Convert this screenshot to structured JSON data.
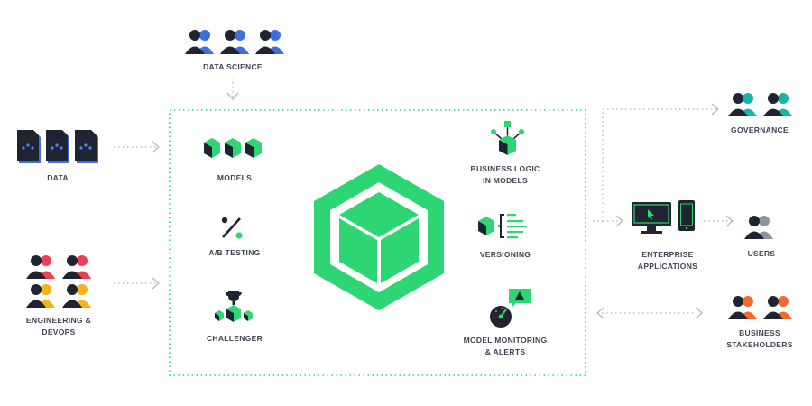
{
  "colors": {
    "green": "#2ed573",
    "dark": "#1f2430",
    "blue": "#3d6fe0",
    "red": "#ef3e55",
    "yellow": "#f6b21c",
    "teal": "#16b5a5",
    "orange": "#f26b2c",
    "gray": "#8e93a3",
    "connector": "#b9bdc8"
  },
  "labels": {
    "data_science": "DATA SCIENCE",
    "data": "DATA",
    "engineering": "ENGINEERING &\nDEVOPS",
    "models": "MODELS",
    "ab_testing": "A/B TESTING",
    "challenger": "CHALLENGER",
    "business_logic": "BUSINESS LOGIC\nIN MODELS",
    "versioning": "VERSIONING",
    "monitoring": "MODEL MONITORING\n& ALERTS",
    "governance": "GOVERNANCE",
    "enterprise": "ENTERPRISE\nAPPLICATIONS",
    "users": "USERS",
    "stakeholders": "BUSINESS\nSTAKEHOLDERS"
  },
  "icons": {
    "data_science": "people-group-icon",
    "data": "data-files-icon",
    "engineering": "people-group-icon",
    "models": "cubes-icon",
    "ab_testing": "percent-icon",
    "challenger": "trophy-cubes-icon",
    "business_logic": "network-cube-icon",
    "versioning": "version-list-icon",
    "monitoring": "gauge-alert-icon",
    "center": "hexagon-cube-logo",
    "governance": "people-group-icon",
    "enterprise": "monitor-phone-icon",
    "users": "people-icon",
    "stakeholders": "people-group-icon"
  }
}
